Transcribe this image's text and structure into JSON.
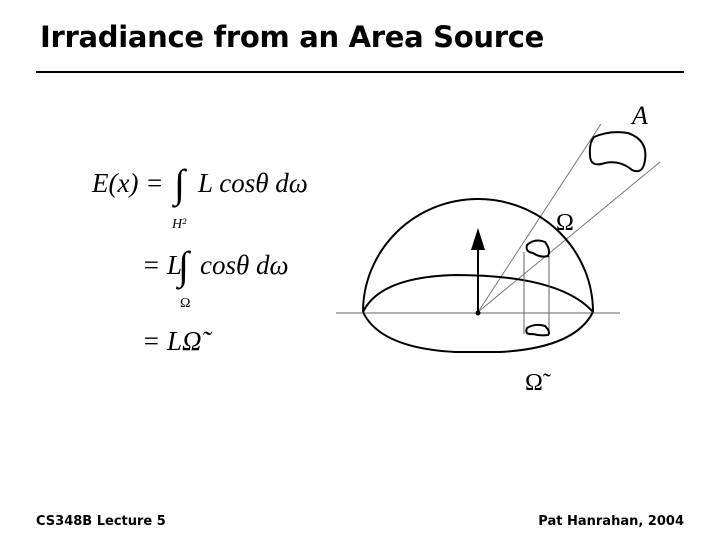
{
  "title": "Irradiance from an Area Source",
  "equations": {
    "line1_lhs": "E(x) =",
    "line1_rhs": "L cosθ dω",
    "line1_sub": "H²",
    "line2_lhs": "= L",
    "line2_rhs": "cosθ dω",
    "line2_sub": "Ω",
    "line3": "= LΩ̃"
  },
  "diagram": {
    "label_area": "A",
    "label_solid_angle": "Ω",
    "label_projected": "Ω̃"
  },
  "footer": {
    "left": "CS348B Lecture 5",
    "right": "Pat Hanrahan, 2004"
  }
}
